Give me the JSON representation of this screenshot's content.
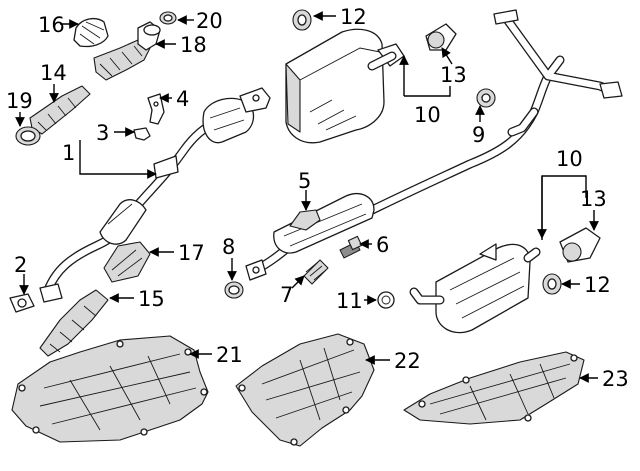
{
  "callouts": {
    "c1": "1",
    "c2": "2",
    "c3": "3",
    "c4": "4",
    "c5": "5",
    "c6": "6",
    "c7": "7",
    "c8": "8",
    "c9": "9",
    "c10a": "10",
    "c10b": "10",
    "c11": "11",
    "c12a": "12",
    "c12b": "12",
    "c13a": "13",
    "c13b": "13",
    "c14": "14",
    "c15": "15",
    "c16": "16",
    "c17": "17",
    "c18": "18",
    "c19": "19",
    "c20": "20",
    "c21": "21",
    "c22": "22",
    "c23": "23"
  }
}
